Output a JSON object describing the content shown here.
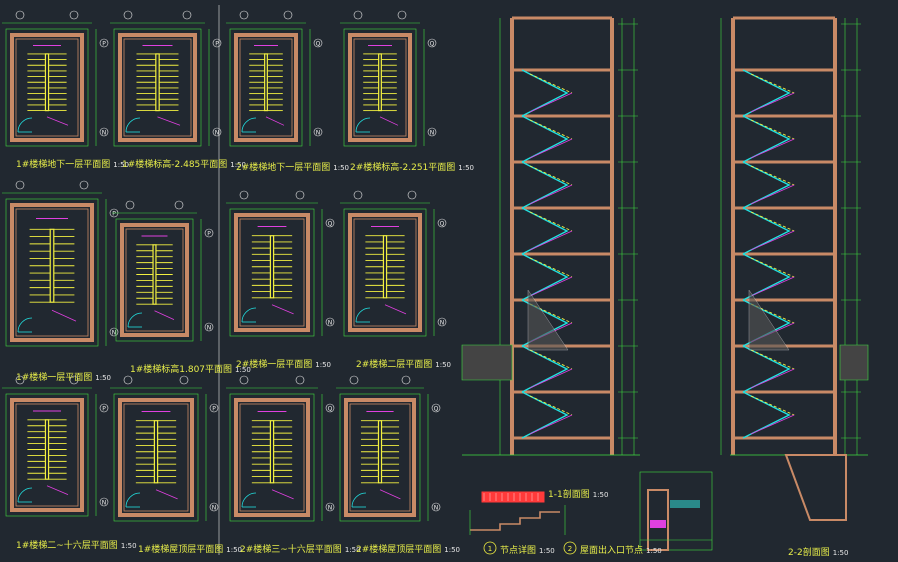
{
  "drawing": {
    "background": "#212830",
    "colors": {
      "wall": "#c98a66",
      "dim": "#3fdc3f",
      "stair": "#f2f040",
      "door": "#22e0e0",
      "note": "#e040e0",
      "axis": "#e8e8e8",
      "hatch": "#ff3a3a"
    },
    "plan_titles": [
      "1#楼梯地下一层平面图",
      "1#楼梯标高-2.485平面图",
      "2#楼梯地下一层平面图",
      "2#楼梯标高-2.251平面图",
      "1#楼梯一层平面图",
      "1#楼梯标高1.807平面图",
      "2#楼梯一层平面图",
      "2#楼梯二层平面图",
      "1#楼梯二~十六层平面图",
      "1#楼梯屋顶层平面图",
      "2#楼梯三~十六层平面图",
      "2#楼梯屋顶层平面图"
    ],
    "scale_label": "1:50",
    "section_titles": [
      "1-1剖面图",
      "2-2剖面图"
    ],
    "detail_titles": [
      "节点详图",
      "屋面出入口节点"
    ],
    "detail_numbers": [
      "1",
      "2"
    ],
    "axis_letters": [
      "P",
      "N",
      "Q"
    ]
  }
}
